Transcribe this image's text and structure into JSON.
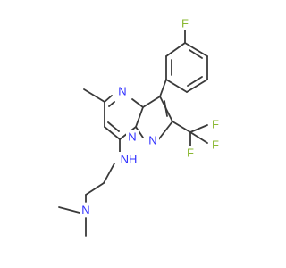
{
  "molecule": {
    "colors": {
      "bond": "#3a3a3a",
      "nitrogen": "#3030ff",
      "fluorine": "#8ab832"
    },
    "atom_labels": [
      {
        "id": "f-para",
        "text": "F",
        "element": "F"
      },
      {
        "id": "f-cf3-a",
        "text": "F",
        "element": "F"
      },
      {
        "id": "f-cf3-b",
        "text": "F",
        "element": "F"
      },
      {
        "id": "f-cf3-c",
        "text": "F",
        "element": "F"
      },
      {
        "id": "n-ring-top",
        "text": "N",
        "element": "N"
      },
      {
        "id": "n-pyrazole-right",
        "text": "N",
        "element": "N"
      },
      {
        "id": "n-bridge",
        "text": "N",
        "element": "N"
      },
      {
        "id": "nh-amine",
        "text": "NH",
        "element": "N"
      },
      {
        "id": "n-dimethyl",
        "text": "N",
        "element": "N"
      }
    ]
  }
}
